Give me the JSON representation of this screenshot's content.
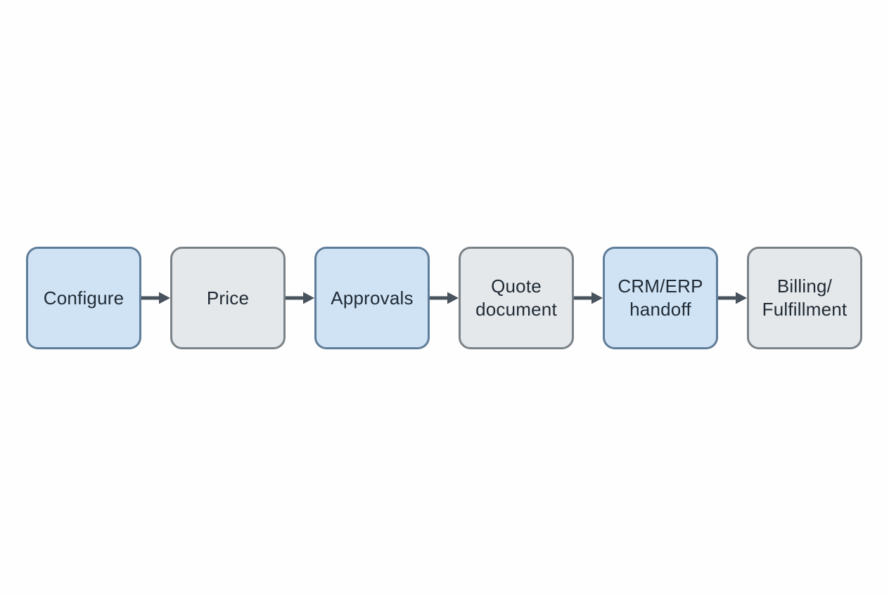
{
  "diagram": {
    "type": "flowchart",
    "direction": "left-to-right",
    "nodes": [
      {
        "id": "configure",
        "label": "Configure",
        "variant": "blue"
      },
      {
        "id": "price",
        "label": "Price",
        "variant": "gray"
      },
      {
        "id": "approvals",
        "label": "Approvals",
        "variant": "blue"
      },
      {
        "id": "quote-document",
        "label": "Quote\ndocument",
        "variant": "gray"
      },
      {
        "id": "crm-erp-handoff",
        "label": "CRM/ERP\nhandoff",
        "variant": "blue"
      },
      {
        "id": "billing-fulfillment",
        "label": "Billing/\nFulfillment",
        "variant": "gray"
      }
    ],
    "edges": [
      {
        "from": "configure",
        "to": "price"
      },
      {
        "from": "price",
        "to": "approvals"
      },
      {
        "from": "approvals",
        "to": "quote-document"
      },
      {
        "from": "quote-document",
        "to": "crm-erp-handoff"
      },
      {
        "from": "crm-erp-handoff",
        "to": "billing-fulfillment"
      }
    ]
  },
  "colors": {
    "background": "#fefefe",
    "node_blue_fill": "#d0e3f4",
    "node_blue_border": "#5f7d99",
    "node_gray_fill": "#e5e8ea",
    "node_gray_border": "#7b8287",
    "arrow": "#49535d",
    "text": "#202b36"
  }
}
